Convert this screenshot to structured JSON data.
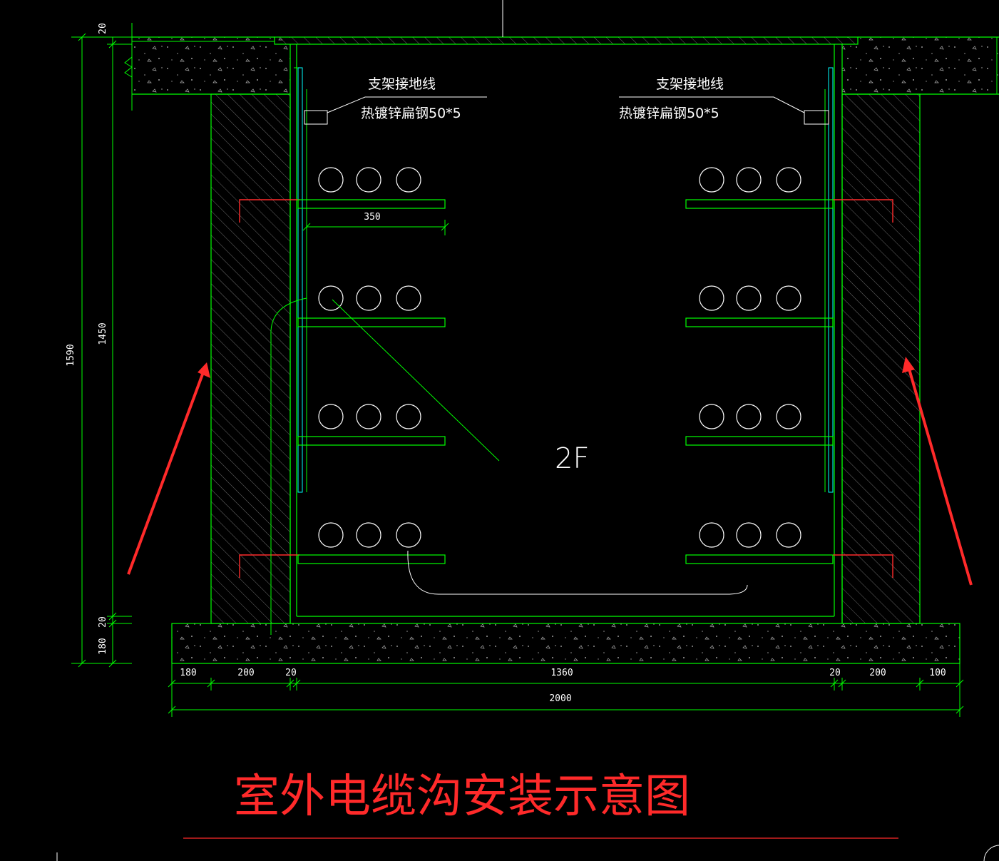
{
  "dimensions": {
    "top_thickness": "20",
    "total_height": "1590",
    "inner_height": "1450",
    "floor_top": "20",
    "base_thickness": "180",
    "bracket_length": "350",
    "bottom_segments": [
      "180",
      "200",
      "20",
      "1360",
      "20",
      "200",
      "100"
    ],
    "overall_width": "2000"
  },
  "labels": {
    "left_ground_line": "支架接地线",
    "left_flat_steel": "热镀锌扁钢50*5",
    "right_ground_line": "支架接地线",
    "right_flat_steel": "热镀锌扁钢50*5",
    "floor_tag": "2F"
  },
  "title": "室外电缆沟安装示意图",
  "colors": {
    "linework": "#00ff00",
    "text": "#ffffff",
    "accent": "#ff2a2a",
    "cyan": "#00ffff",
    "background": "#000000"
  }
}
